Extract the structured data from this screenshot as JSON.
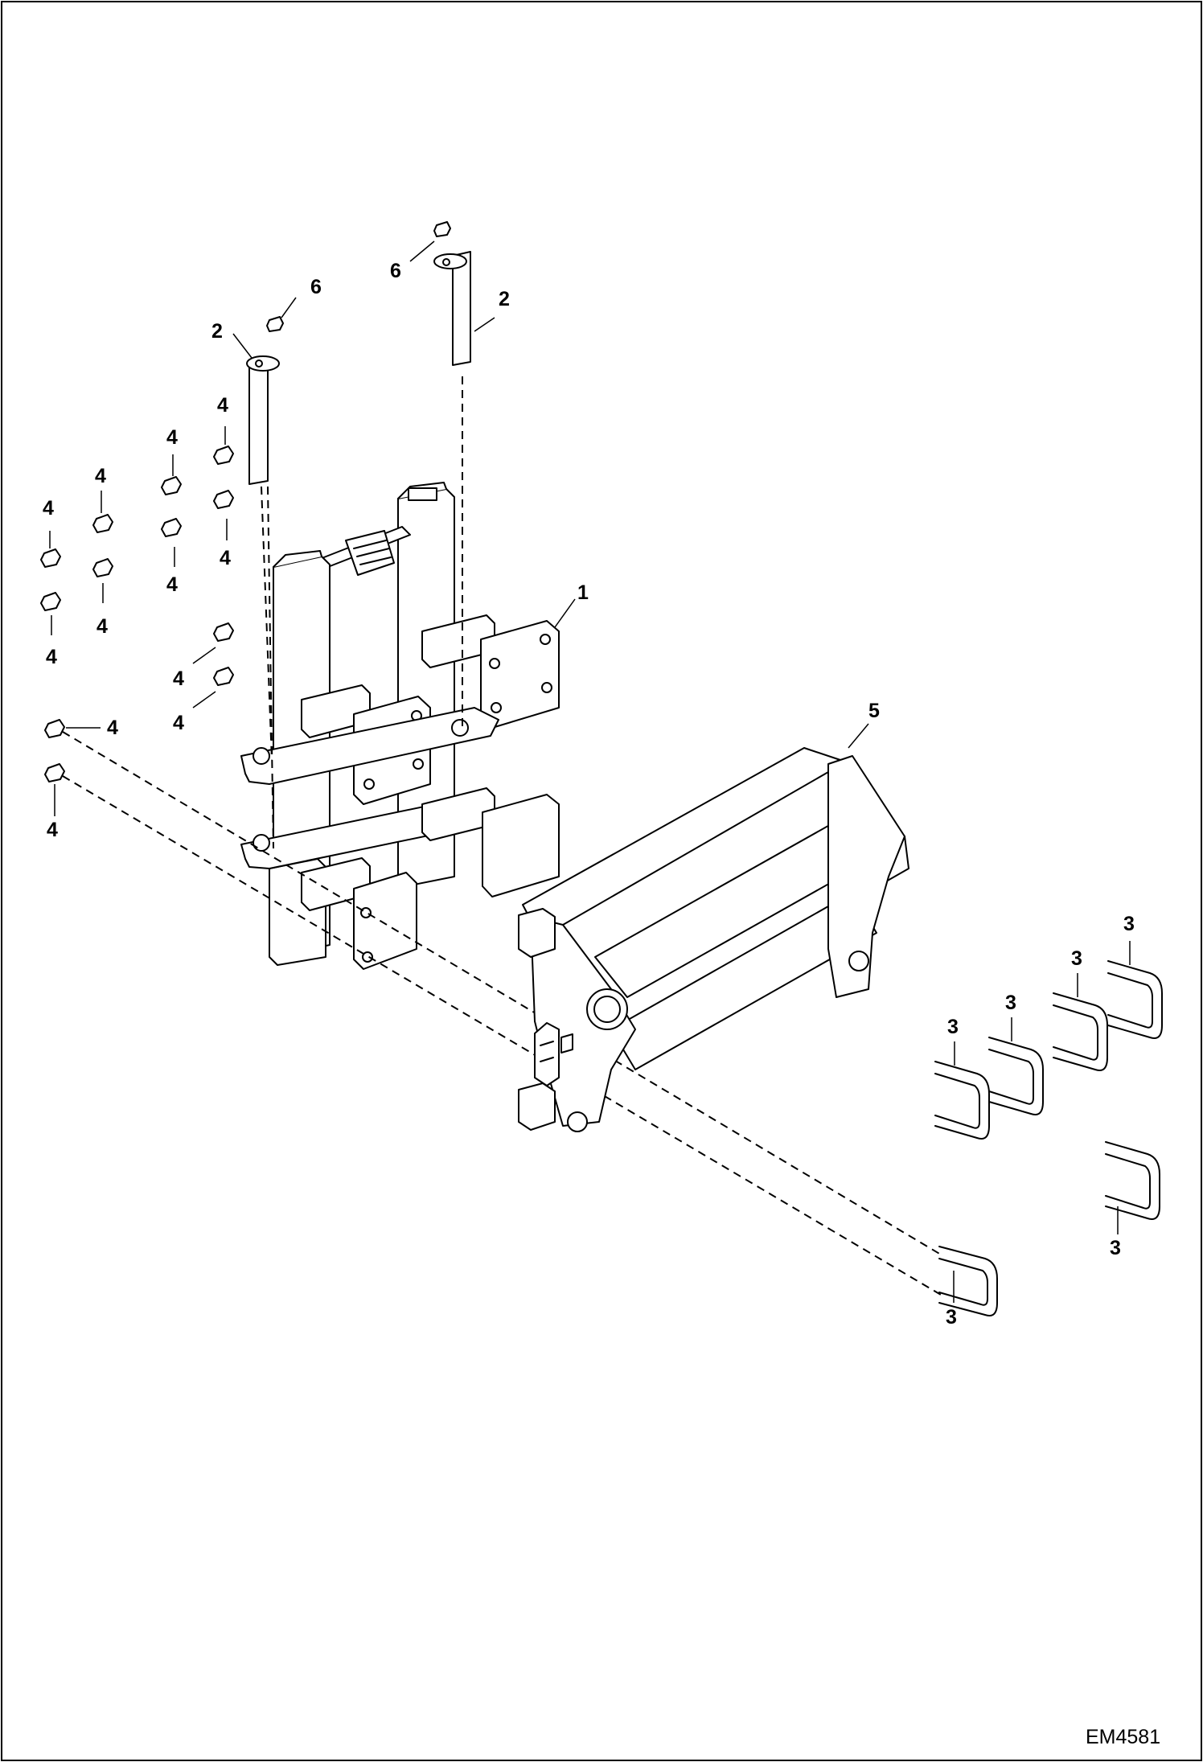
{
  "figure": {
    "reference_code": "EM4581"
  },
  "callouts": {
    "frame_bracket": "1",
    "pin": "2",
    "u_bolt": "3",
    "nut": "4",
    "coupler_frame": "5",
    "lock_nut": "6"
  }
}
